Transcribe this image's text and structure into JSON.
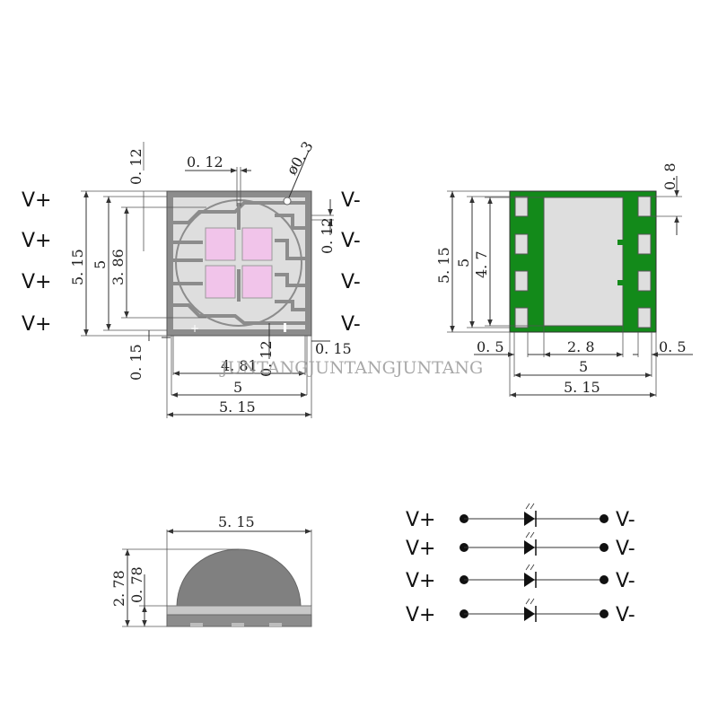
{
  "colors": {
    "body_gray": "#8c8c8c",
    "pad_light": "#dedede",
    "die_pink": "#f1c4ea",
    "pad_green": "#138a1a",
    "dome_gray": "#808080"
  },
  "top_view": {
    "left_pins": [
      "V+",
      "V+",
      "V+",
      "V+"
    ],
    "right_pins": [
      "V-",
      "V-",
      "V-",
      "V-"
    ],
    "dims": {
      "top_012_vertical": "0. 12",
      "top_012_horizontal": "0. 12",
      "diameter": "ø0. 3",
      "right_012": "0. 12",
      "height_515": "5. 15",
      "height_5": "5",
      "height_386": "3. 86",
      "bottom_015_left": "0. 15",
      "bottom_015_right": "0. 15",
      "bottom_012": "0. 12",
      "width_481": "4. 81",
      "width_5": "5",
      "width_515": "5. 15"
    }
  },
  "bottom_view": {
    "dims": {
      "pad_08": "0. 8",
      "height_515": "5. 15",
      "height_5": "5",
      "height_47": "4. 7",
      "left_05": "0. 5",
      "center_28": "2. 8",
      "right_05": "0. 5",
      "width_5": "5",
      "width_515": "5. 15"
    }
  },
  "side_view": {
    "dims": {
      "width_515": "5. 15",
      "height_278": "2. 78",
      "height_078": "0. 78"
    }
  },
  "schematic": {
    "rows": [
      {
        "left": "V+",
        "right": "V-"
      },
      {
        "left": "V+",
        "right": "V-"
      },
      {
        "left": "V+",
        "right": "V-"
      },
      {
        "left": "V+",
        "right": "V-"
      }
    ]
  },
  "watermark": "JUNTANGJUNTANGJUNTANG"
}
